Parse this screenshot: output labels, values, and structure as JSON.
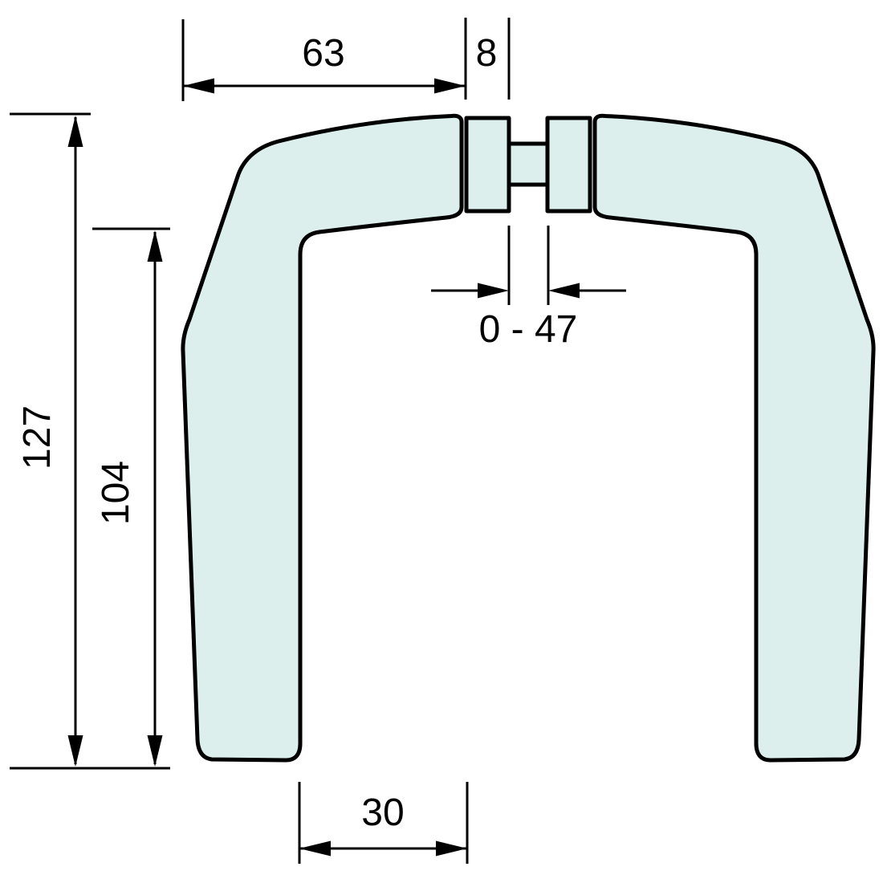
{
  "drawing": {
    "labels": {
      "dim_top_width": "63",
      "dim_rose_width": "8",
      "dim_door_range": "0 - 47",
      "dim_total_height": "127",
      "dim_grip_height": "104",
      "dim_grip_width": "30"
    },
    "colors": {
      "part_fill": "#ddefed",
      "line": "#000000",
      "background": "#ffffff"
    }
  }
}
